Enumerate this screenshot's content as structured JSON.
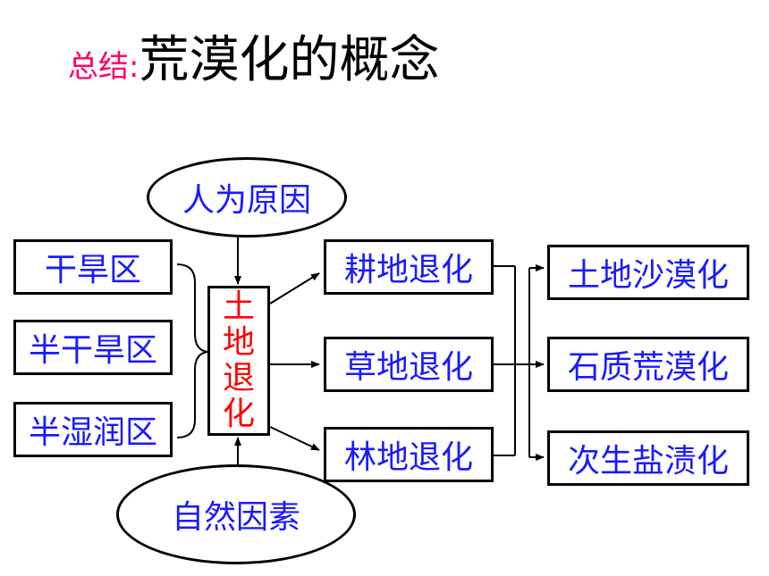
{
  "title": {
    "prefix": "总结:",
    "main": "荒漠化的概念"
  },
  "top_cause": "人为原因",
  "bottom_cause": "自然因素",
  "left_regions": [
    "干旱区",
    "半干旱区",
    "半湿润区"
  ],
  "center": [
    "土",
    "地",
    "退",
    "化"
  ],
  "middle_types": [
    "耕地退化",
    "草地退化",
    "林地退化"
  ],
  "right_results": [
    "土地沙漠化",
    "石质荒漠化",
    "次生盐渍化"
  ],
  "colors": {
    "title_prefix": "#ff0066",
    "label_blue": "#1a1aff",
    "center_red": "#ff0000",
    "line": "#000000"
  }
}
